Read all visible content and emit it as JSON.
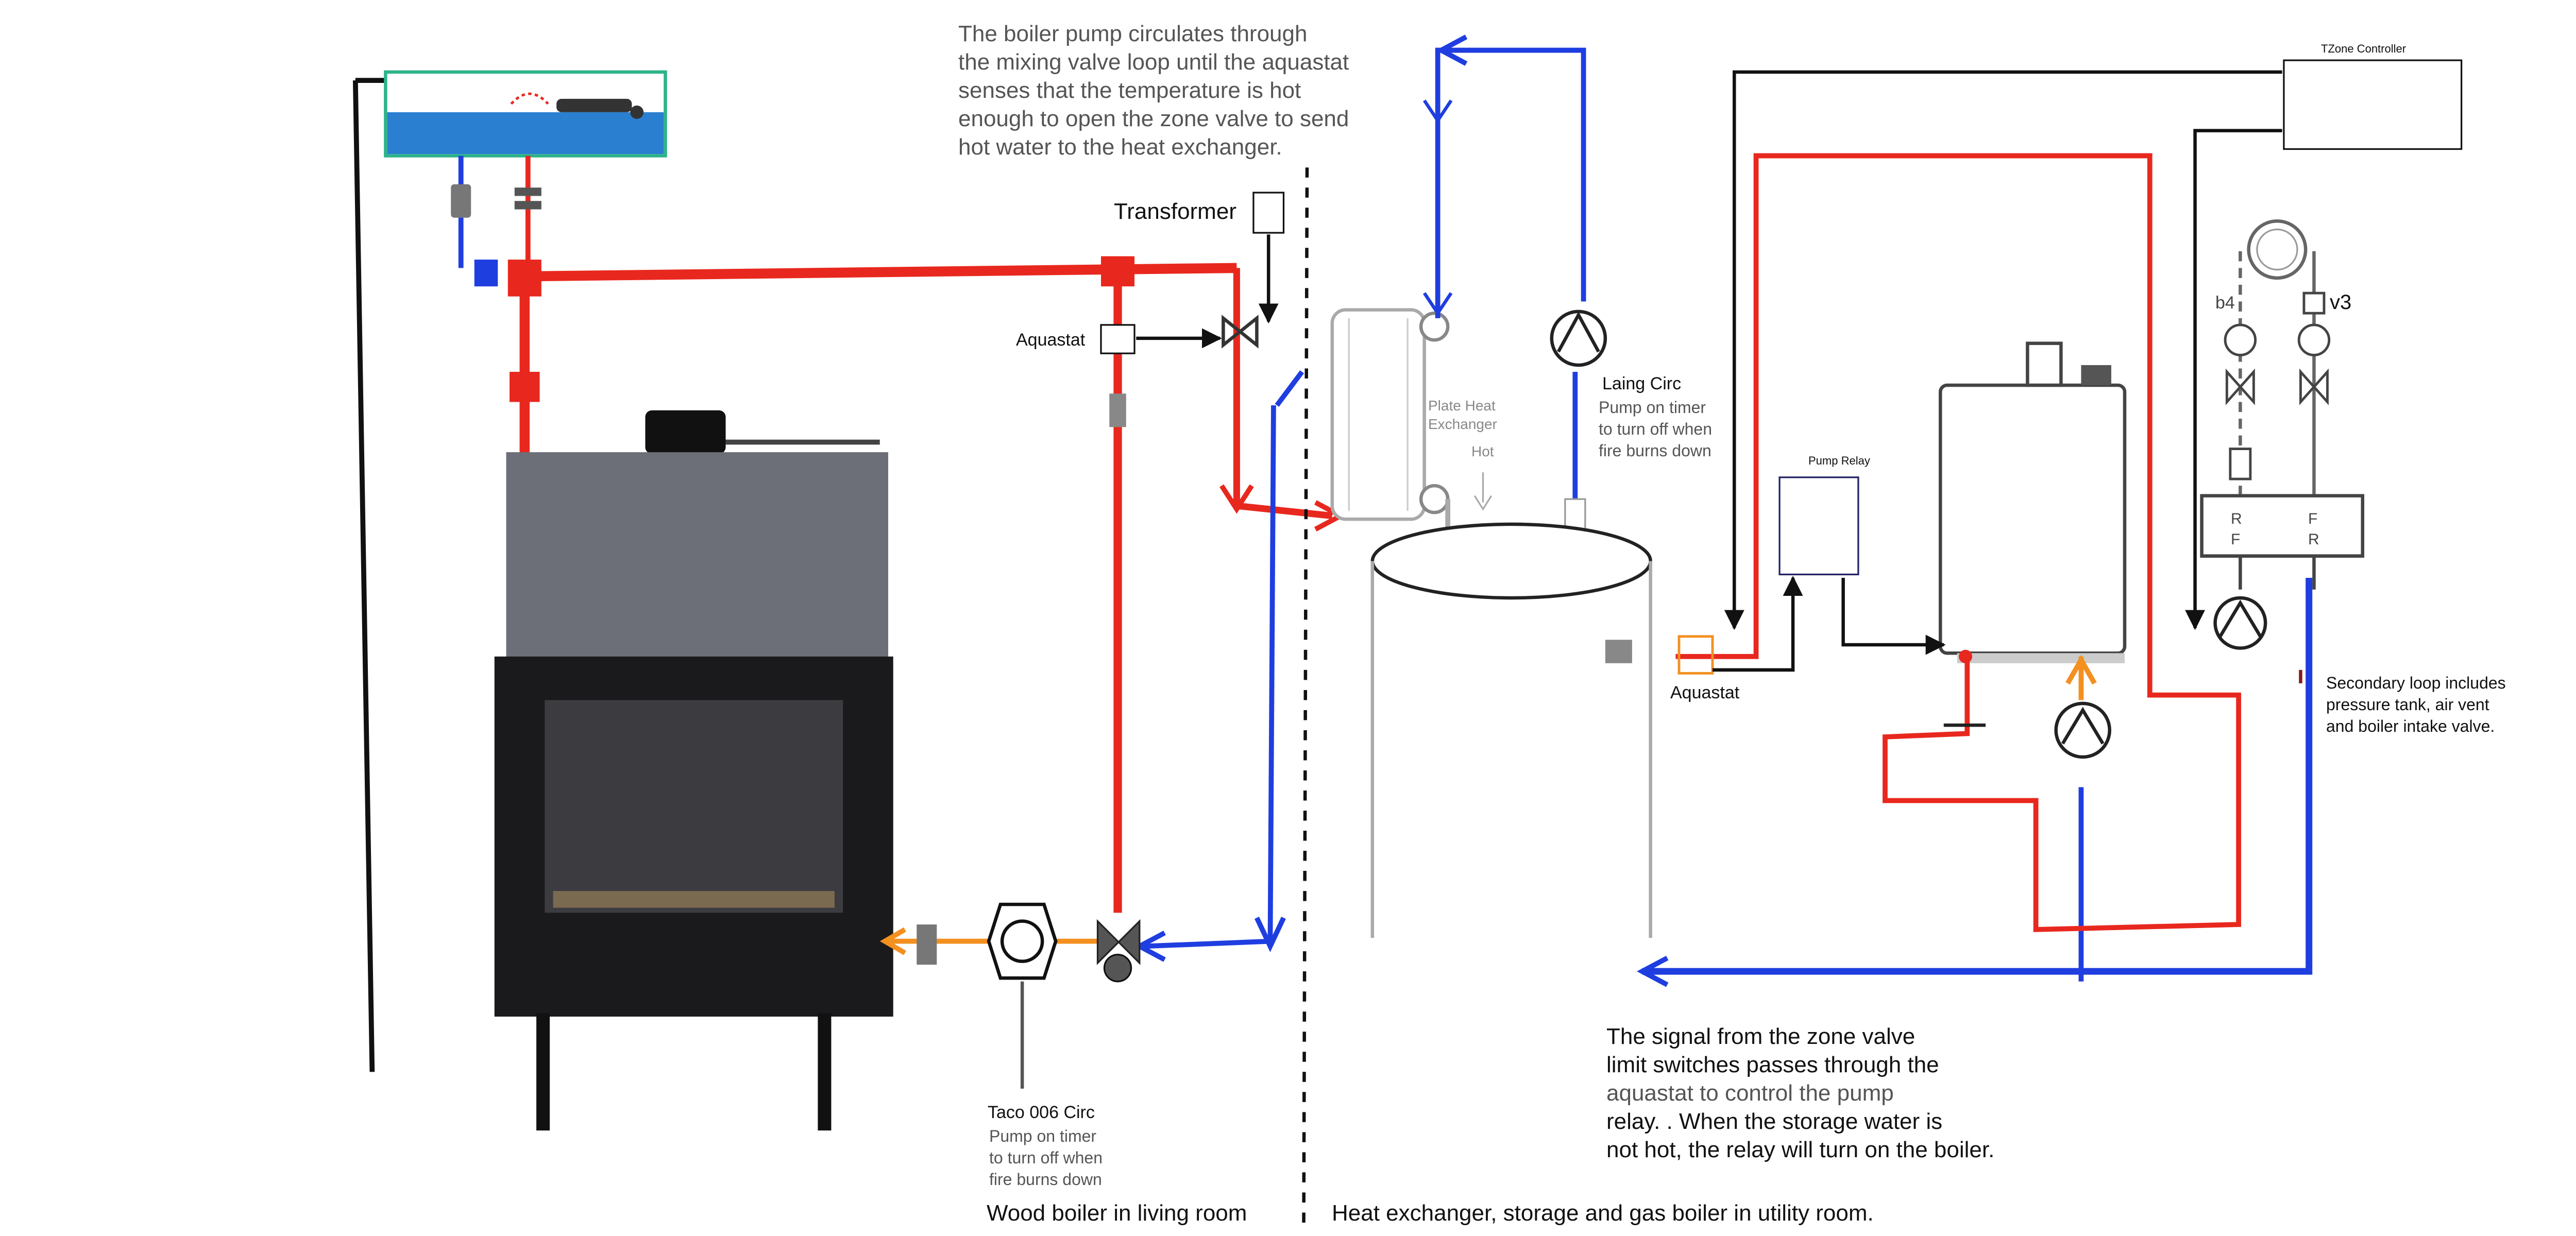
{
  "notes": {
    "boiler_pump": [
      "The boiler pump circulates through",
      "the mixing valve loop until the aquastat",
      "senses that the temperature is hot",
      "enough to open the zone valve to send",
      "hot water to the heat exchanger."
    ],
    "zone_signal": [
      "The signal from the zone valve",
      "limit switches passes through the",
      "aquastat to control the pump",
      "relay.     . When the storage water is",
      "not hot, the relay will turn on the boiler."
    ]
  },
  "labels": {
    "transformer": "Transformer",
    "aquastat_left": "Aquastat",
    "aquastat_right": "Aquastat",
    "tzone_controller": "TZone Controller",
    "pump_relay": "Pump Relay",
    "plate_heat_exchanger": [
      "Plate Heat",
      "Exchanger"
    ],
    "hot": "Hot",
    "laing_title": "Laing Circ",
    "laing_desc": [
      "Pump on timer",
      "to turn off when",
      "fire burns down"
    ],
    "taco_title": "Taco 006 Circ",
    "taco_desc": [
      "Pump on timer",
      "to turn off when",
      "fire burns down"
    ],
    "secondary_loop": [
      "Secondary loop includes",
      "pressure tank, air vent",
      "and boiler intake valve."
    ],
    "manifold_b4": "b4",
    "manifold_v3": "v3",
    "manifold_r1": "R",
    "manifold_f1": "F",
    "manifold_f2": "F",
    "manifold_r2": "R",
    "caption_left": "Wood boiler in living room",
    "caption_right": "Heat exchanger, storage and gas boiler in utility room."
  },
  "colors": {
    "hot_pipe": "#e8281e",
    "cold_pipe": "#1f3ee0",
    "orange_flow": "#f39020",
    "wire": "#111111",
    "tank_water": "#2a7fd0",
    "tank_border": "#2db48a",
    "stove_body": "#6d6f78",
    "stove_firebox": "#1a1a1c"
  }
}
